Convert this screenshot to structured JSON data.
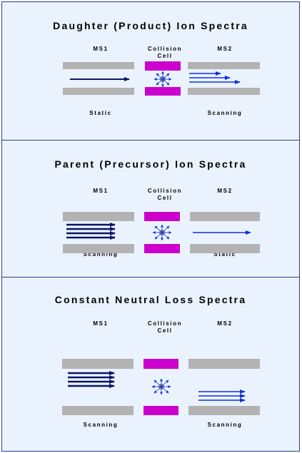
{
  "colors": {
    "panel_bg": "#eaf3fd",
    "panel_border": "#2a3b8f",
    "rod_gray": "#b3b3b3",
    "collision_magenta": "#cc00cc",
    "arrow_dark": "#0a1466",
    "arrow_blue": "#1030e0",
    "fragment_icon": "#4a4aa0"
  },
  "panels": [
    {
      "title": "Daughter (Product) Ion Spectra",
      "ms1_label": "MS1",
      "collision_label_line1": "Collision",
      "collision_label_line2": "Cell",
      "ms2_label": "MS2",
      "ms1_mode": "Static",
      "ms2_mode": "Scanning"
    },
    {
      "title": "Parent (Precursor) Ion Spectra",
      "ms1_label": "MS1",
      "collision_label_line1": "Collision",
      "collision_label_line2": "Cell",
      "ms2_label": "MS2",
      "ms1_mode": "Scanning",
      "ms2_mode": "Static"
    },
    {
      "title": "Constant Neutral Loss Spectra",
      "ms1_label": "MS1",
      "collision_label_line1": "Collision",
      "collision_label_line2": "Cell",
      "ms2_label": "MS2",
      "ms1_mode": "Scanning",
      "ms2_mode": "Scanning"
    }
  ]
}
